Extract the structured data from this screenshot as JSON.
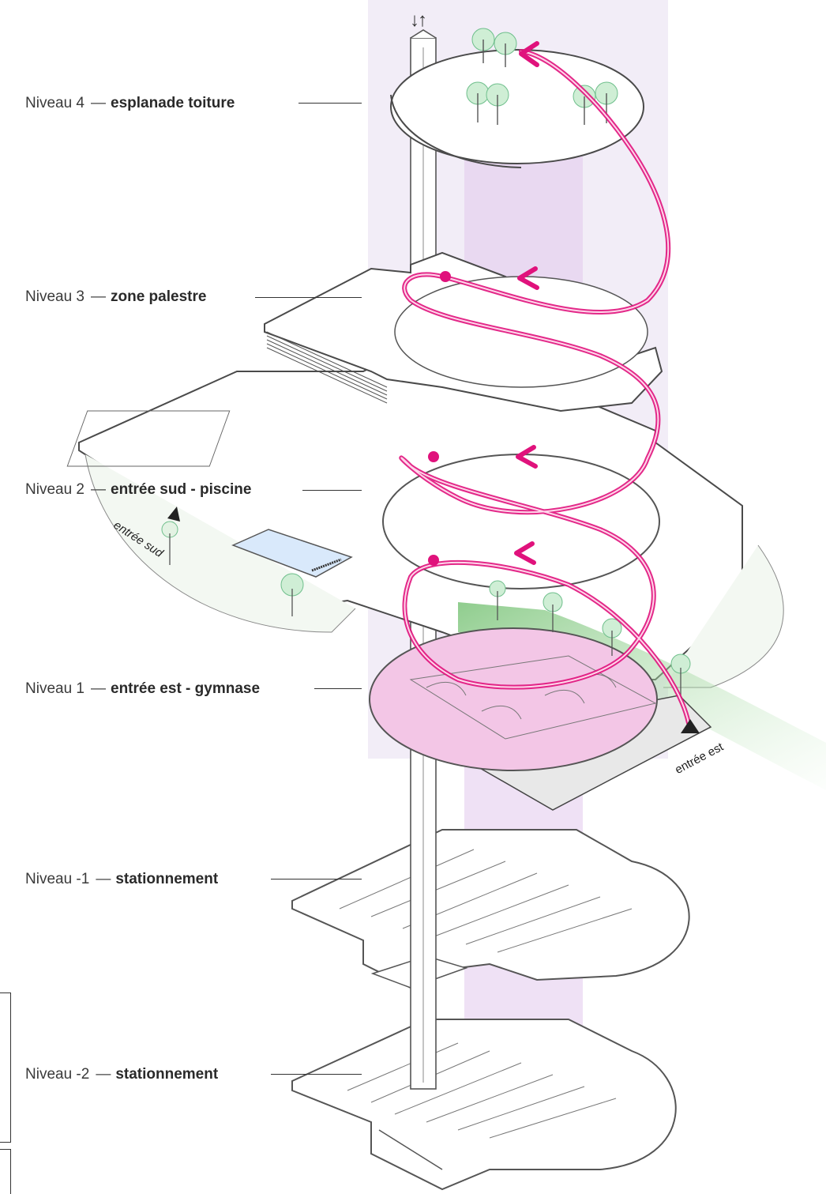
{
  "diagram": {
    "levels": [
      {
        "num": "Niveau 4",
        "name": "esplanade toiture"
      },
      {
        "num": "Niveau 3",
        "name": "zone palestre"
      },
      {
        "num": "Niveau 2",
        "name": "entrée sud - piscine"
      },
      {
        "num": "Niveau 1",
        "name": "entrée est - gymnase"
      },
      {
        "num": "Niveau -1",
        "name": "stationnement"
      },
      {
        "num": "Niveau -2",
        "name": "stationnement"
      }
    ],
    "separator": "—",
    "entry_south": "entrée sud",
    "entry_east": "entrée est",
    "elevator_arrows": "↓↑",
    "colors": {
      "magenta": "#e0127c",
      "pink_fill": "#f3c6e6",
      "lavender": "#e9e0f2",
      "green": "#8fce8a",
      "pool": "#d9e9fb",
      "line": "#4a4a4a"
    }
  }
}
